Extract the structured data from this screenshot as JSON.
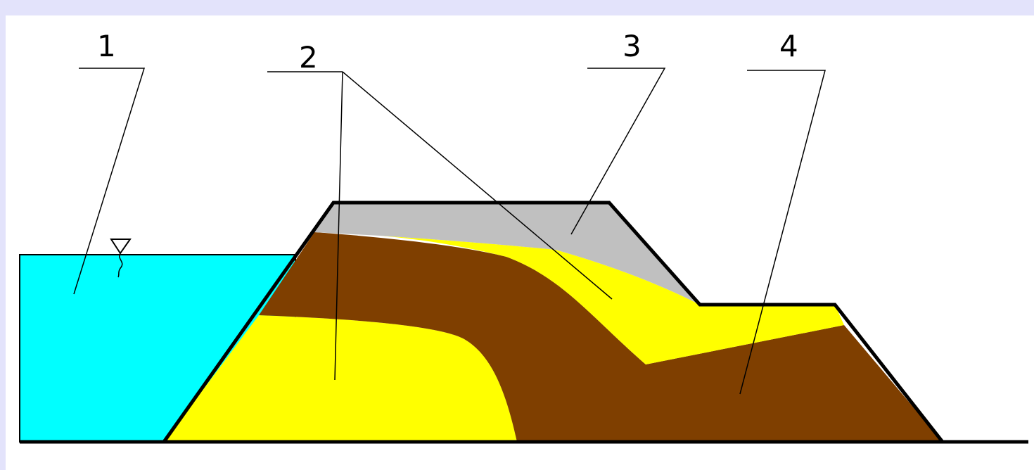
{
  "colors": {
    "water": "#00ffff",
    "sand": "#ffff00",
    "clay": "#7f3f00",
    "crest_layer": "#c0c0c0",
    "outline": "#000000",
    "background": "#ffffff",
    "border": "#e3e3fb"
  },
  "callouts": {
    "c1": "1",
    "c2": "2",
    "c3": "3",
    "c4": "4"
  },
  "icons": {
    "water_level": "water-level-triangle-icon"
  }
}
